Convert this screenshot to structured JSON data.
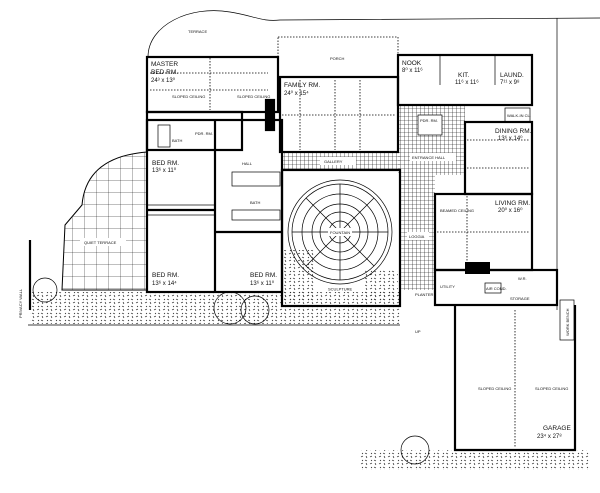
{
  "rooms": {
    "terrace": "TERRACE",
    "porch": "PORCH",
    "master": {
      "name1": "MASTER",
      "name2": "BED RM.",
      "dim": "24³ x 13⁰"
    },
    "family": {
      "name": "FAMILY RM.",
      "dim": "24⁰ x 15⁴"
    },
    "nook": {
      "name": "NOOK",
      "dim": "8⁰ x 11⁶"
    },
    "kitchen": {
      "name": "KIT.",
      "dim": "11⁶ x 11⁶"
    },
    "laundry": {
      "name": "LAUND.",
      "dim": "7¹¹ x 9⁸"
    },
    "dining": {
      "name": "DINING RM.",
      "dim": "13⁶ x 14⁰"
    },
    "living": {
      "name": "LIVING RM.",
      "dim": "20⁰ x 16⁰"
    },
    "entrance_hall": "ENTRANCE HALL",
    "gallery": "GALLERY",
    "loggia": "LOGGIA",
    "fountain": "FOUNTAIN",
    "sculpture": "SCULPTURE",
    "powder_top": "PDR. RM.",
    "powder_right": "PDR. RM.",
    "bath_master": "BATH",
    "hall": "HALL",
    "bath": "BATH",
    "bed1": {
      "name": "BED RM.",
      "dim": "13⁶ x 11⁰"
    },
    "bed2": {
      "name": "BED RM.",
      "dim": "13⁶ x 14⁴"
    },
    "bed3": {
      "name": "BED RM.",
      "dim": "13⁶ x 11⁰"
    },
    "quiet_terrace": "QUIET TERRACE",
    "utility": "UTILITY",
    "air_cond": "AIR COND.",
    "wr": "W.R.",
    "storage": "STORAGE",
    "garage": {
      "name": "GARAGE",
      "dim": "23⁴ x 27⁸"
    },
    "work_bench": "WORK BENCH",
    "privacy_wall": "PRIVACY WALL",
    "walk_in": "WALK-IN CL.",
    "planter": "PLANTER",
    "sloped_ceiling": "SLOPED CEILING",
    "beamed_ceiling": "BEAMED CEILING",
    "up": "UP"
  }
}
